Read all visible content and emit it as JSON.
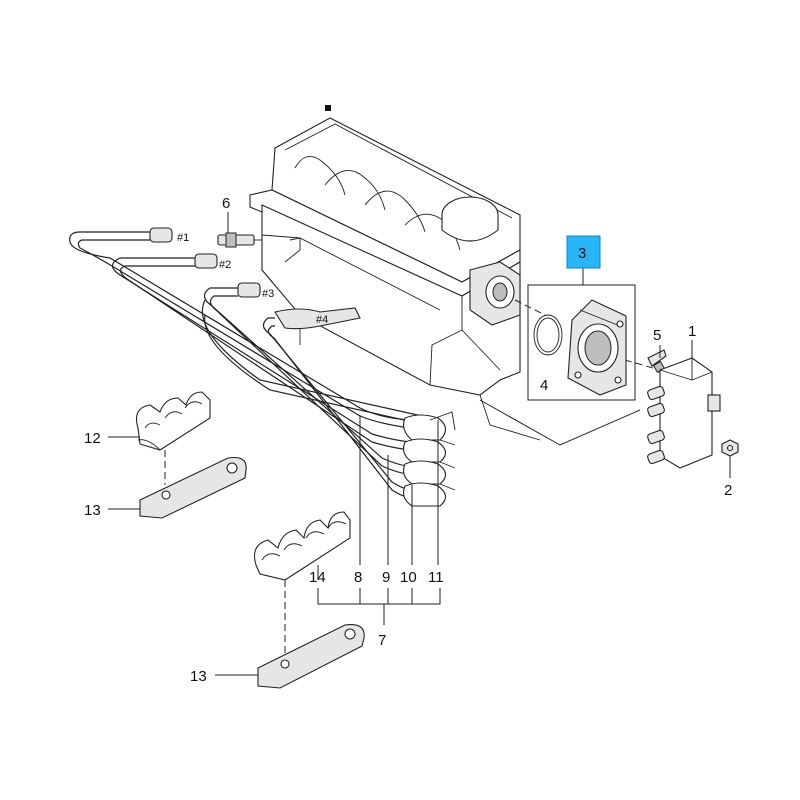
{
  "diagram": {
    "callouts": {
      "c1": "1",
      "c2": "2",
      "c3": "3",
      "c4": "4",
      "c5": "5",
      "c6": "6",
      "c7": "7",
      "c8": "8",
      "c9": "9",
      "c10": "10",
      "c11": "11",
      "c12": "12",
      "c13a": "13",
      "c13b": "13",
      "c14": "14"
    },
    "cylinder_labels": {
      "cyl1": "#1",
      "cyl2": "#2",
      "cyl3": "#3",
      "cyl4": "#4"
    },
    "highlight_color": "#29b6f6",
    "icons": [
      "ignition-coil-icon",
      "spark-plug-icon",
      "wire-holder-icon",
      "bracket-icon",
      "gasket-icon",
      "adapter-plate-icon"
    ]
  }
}
